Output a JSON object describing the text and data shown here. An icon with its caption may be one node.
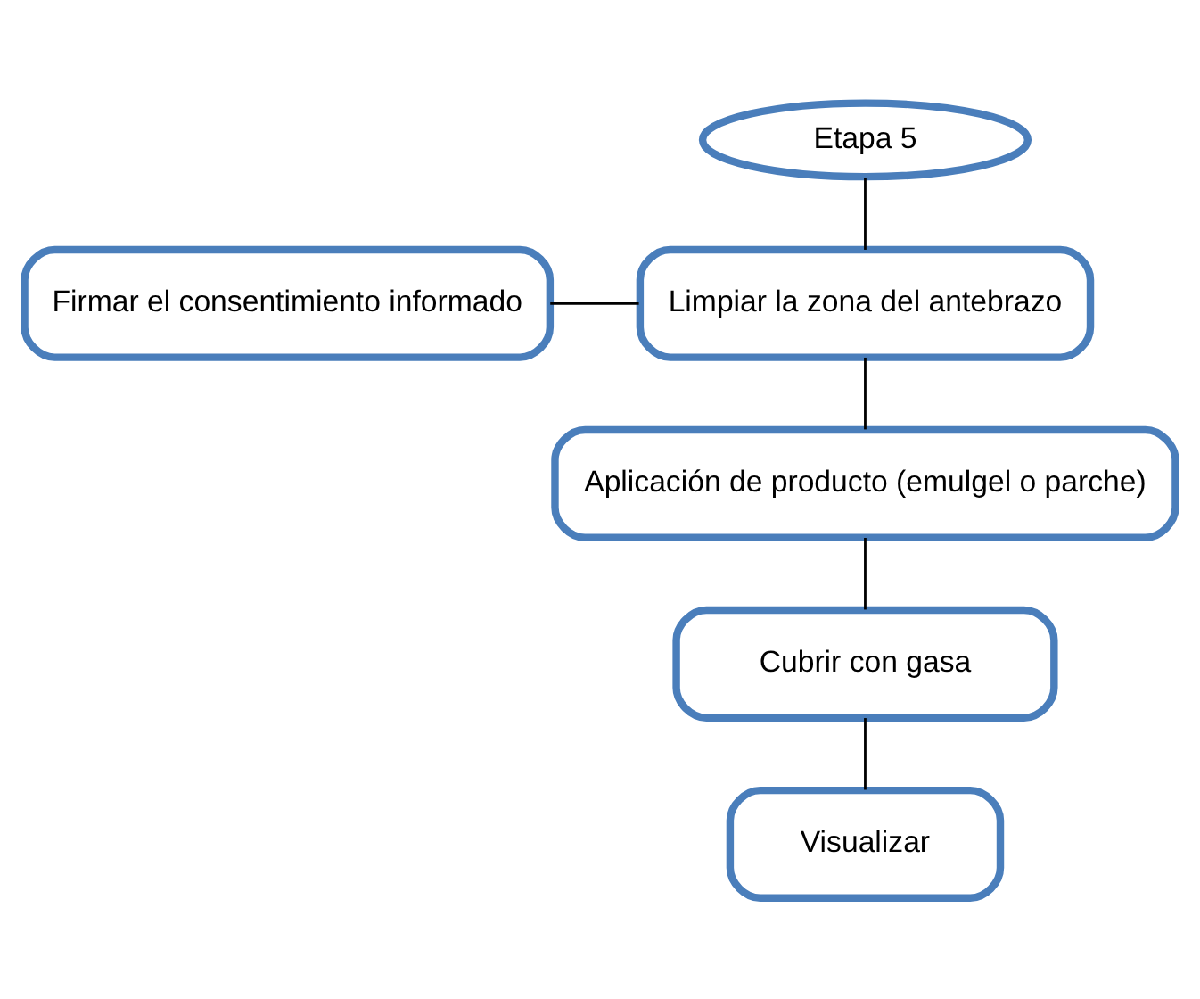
{
  "diagram": {
    "nodes": [
      {
        "text": [
          "Etapa 5"
        ]
      },
      {
        "text": [
          "Firmar el consentimiento informado"
        ]
      },
      {
        "text": [
          "Limpiar la zona del antebrazo"
        ]
      },
      {
        "text": [
          "Aplicación de producto (emulgel o parche)"
        ]
      },
      {
        "text": [
          "Cubrir con gasa"
        ]
      },
      {
        "text": [
          "Visualizar"
        ]
      }
    ],
    "edges": [
      {
        "from": 0,
        "to": 2,
        "arrow": "none"
      },
      {
        "from": 1,
        "to": 2,
        "arrow": "none"
      },
      {
        "from": 2,
        "to": 3,
        "arrow": "none"
      },
      {
        "from": 3,
        "to": 4,
        "arrow": "none"
      },
      {
        "from": 4,
        "to": 5,
        "arrow": "none"
      }
    ]
  }
}
